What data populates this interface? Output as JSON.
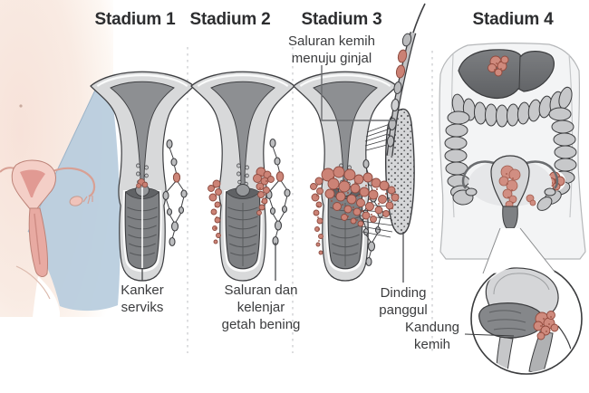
{
  "infographic": {
    "subject": "cervical-cancer-stages",
    "titles": [
      "Stadium 1",
      "Stadium 2",
      "Stadium 3",
      "Stadium 4"
    ],
    "labels": {
      "cervical_cancer": "Kanker serviks",
      "lymph_vessels_nodes": "Saluran dan kelenjar getah bening",
      "ureter_to_kidney": "Saluran kemih menuju ginjal",
      "pelvic_wall": "Dinding panggul",
      "bladder": "Kandung kemih"
    },
    "colors": {
      "tumor": "#cc8376",
      "tumor_outline": "#8d4c41",
      "organ_gray": "#d8d9da",
      "cavity_gray": "#8d8f92",
      "outline": "#3d3e41",
      "skin": "#f7e3da",
      "beam_blue": "#b7ccdd",
      "small_uterus_pink": "#f4cfc7"
    }
  }
}
